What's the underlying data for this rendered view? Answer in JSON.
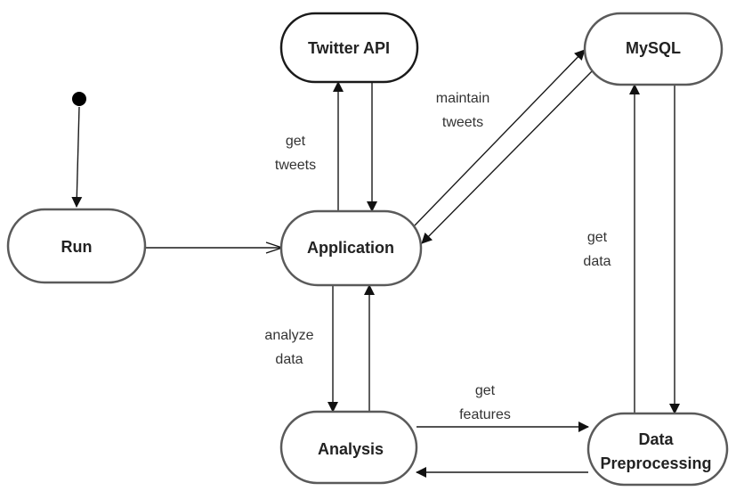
{
  "nodes": {
    "twitter_api": "Twitter API",
    "mysql": "MySQL",
    "run": "Run",
    "application": "Application",
    "analysis": "Analysis",
    "data_preprocessing_line1": "Data",
    "data_preprocessing_line2": "Preprocessing"
  },
  "edge_labels": {
    "get_tweets_1": "get",
    "get_tweets_2": "tweets",
    "maintain_tweets_1": "maintain",
    "maintain_tweets_2": "tweets",
    "get_data_1": "get",
    "get_data_2": "data",
    "analyze_data_1": "analyze",
    "analyze_data_2": "data",
    "get_features_1": "get",
    "get_features_2": "features"
  }
}
